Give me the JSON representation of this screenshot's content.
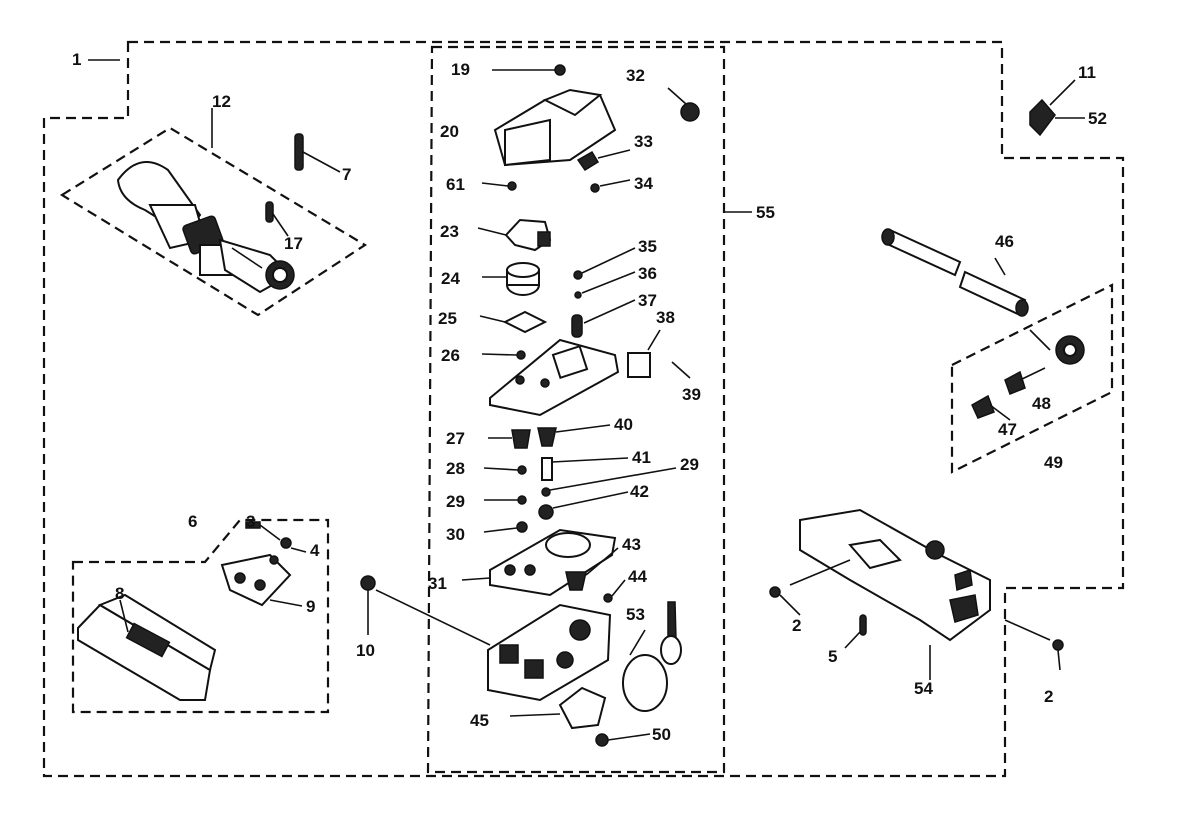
{
  "labels": {
    "p1": "1",
    "p2a": "2",
    "p2b": "2",
    "p3": "3",
    "p4": "4",
    "p5": "5",
    "p6": "6",
    "p7": "7",
    "p8": "8",
    "p9": "9",
    "p10": "10",
    "p11": "11",
    "p12": "12",
    "p17": "17",
    "p19": "19",
    "p20": "20",
    "p61": "61",
    "p23": "23",
    "p24": "24",
    "p25": "25",
    "p26": "26",
    "p27": "27",
    "p28": "28",
    "p29a": "29",
    "p29b": "29",
    "p30": "30",
    "p31": "31",
    "p32": "32",
    "p33": "33",
    "p34": "34",
    "p35": "35",
    "p36": "36",
    "p37": "37",
    "p38": "38",
    "p39": "39",
    "p40": "40",
    "p41": "41",
    "p42": "42",
    "p43": "43",
    "p44": "44",
    "p45": "45",
    "p46": "46",
    "p47": "47",
    "p48": "48",
    "p49": "49",
    "p50": "50",
    "p52": "52",
    "p53": "53",
    "p54": "54",
    "p55": "55"
  }
}
